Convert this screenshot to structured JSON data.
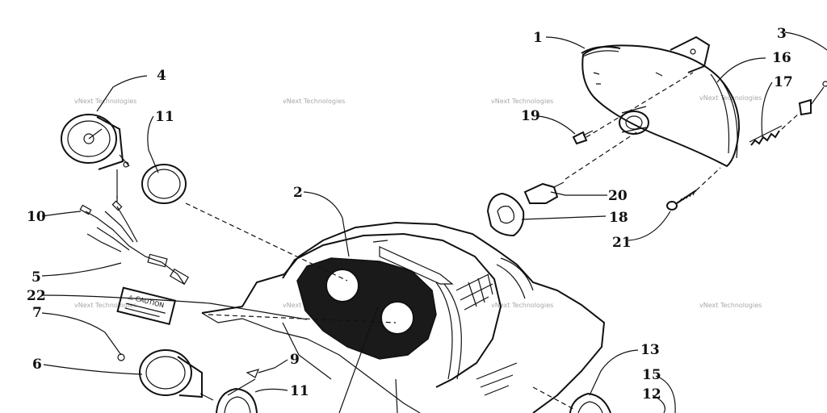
{
  "callouts": {
    "c1": "1",
    "c2": "2",
    "c3": "3",
    "c4": "4",
    "c5": "5",
    "c6": "6",
    "c7": "7",
    "c9": "9",
    "c10": "10",
    "c11a": "11",
    "c11b": "11",
    "c12": "12",
    "c13": "13",
    "c15": "15",
    "c16": "16",
    "c17": "17",
    "c18": "18",
    "c19": "19",
    "c20": "20",
    "c21": "21",
    "c22": "22"
  },
  "watermark": "vNext Technologies",
  "decal_label": "⚠ CAUTION"
}
